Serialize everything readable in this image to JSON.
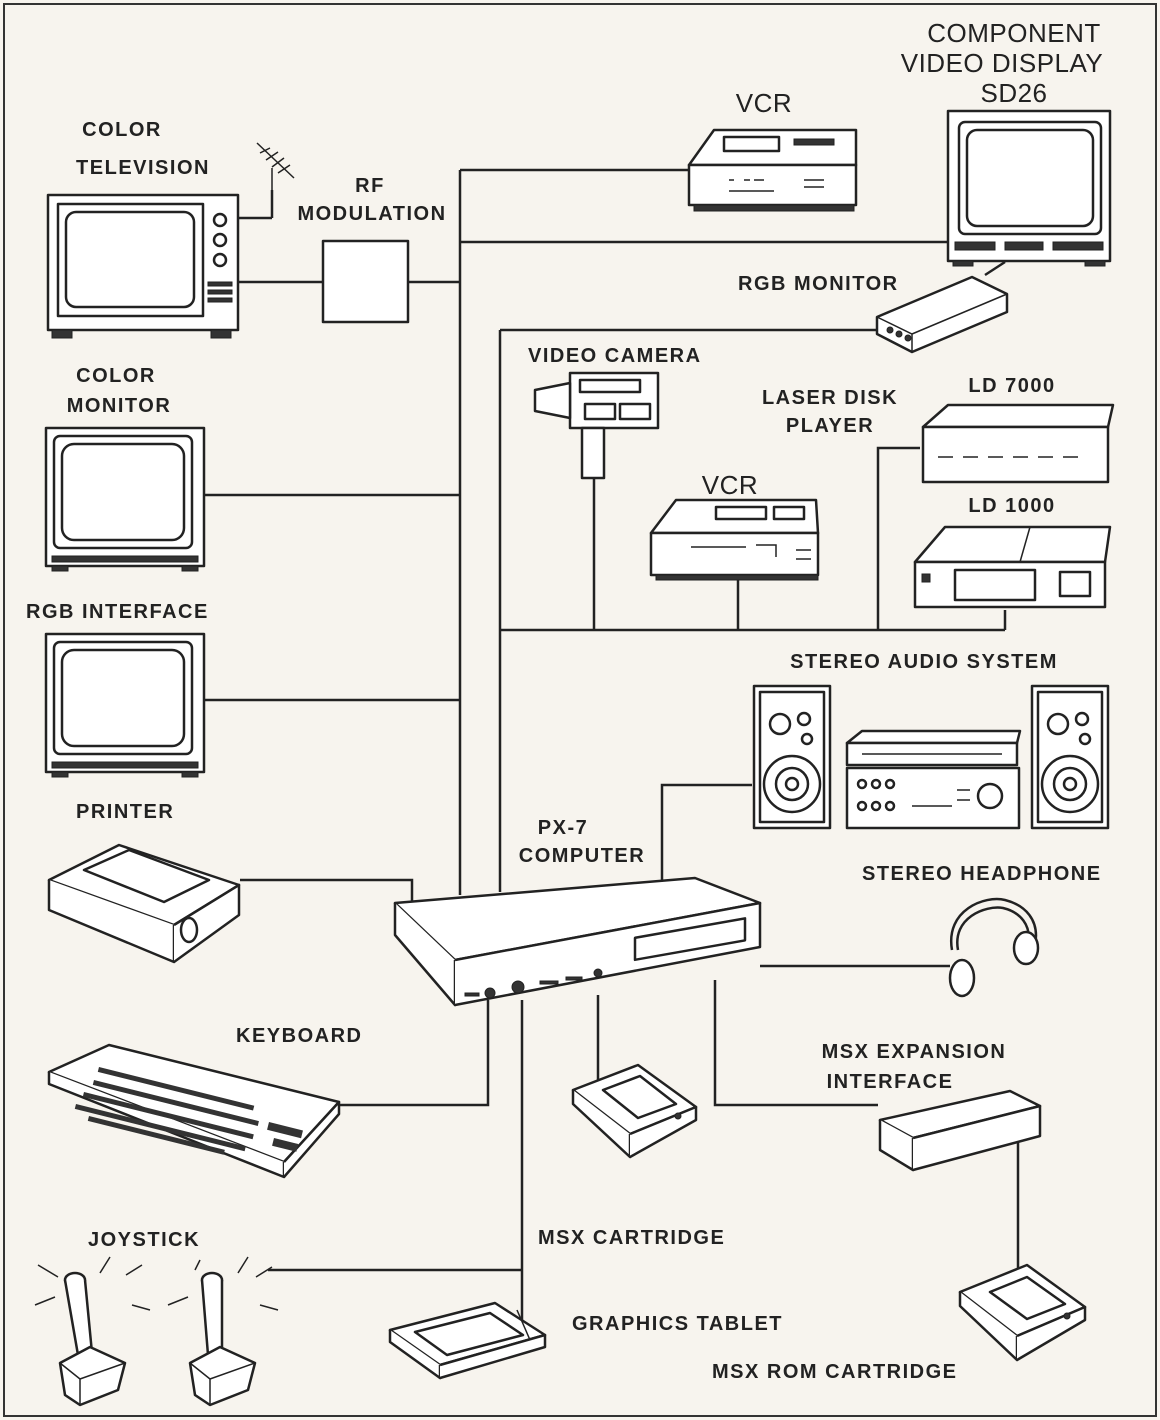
{
  "labels": {
    "color_television": "COLOR",
    "color_television_2": "TELEVISION",
    "rf_modulation": "RF",
    "rf_modulation_2": "MODULATION",
    "vcr_top": "VCR",
    "component_display_1": "COMPONENT",
    "component_display_2": "VIDEO DISPLAY",
    "component_display_3": "SD26",
    "rgb_monitor": "RGB MONITOR",
    "video_camera": "VIDEO CAMERA",
    "laser_disk_1": "LASER DISK",
    "laser_disk_2": "PLAYER",
    "ld7000": "LD 7000",
    "ld1000": "LD 1000",
    "vcr_mid": "VCR",
    "color_monitor_1": "COLOR",
    "color_monitor_2": "MONITOR",
    "rgb_interface": "RGB  INTERFACE",
    "stereo_audio": "STEREO AUDIO SYSTEM",
    "printer": "PRINTER",
    "px7_1": "PX-7",
    "px7_2": "COMPUTER",
    "stereo_headphone": "STEREO HEADPHONE",
    "keyboard": "KEYBOARD",
    "msx_expansion_1": "MSX EXPANSION",
    "msx_expansion_2": "INTERFACE",
    "msx_cartridge": "MSX CARTRIDGE",
    "joystick": "JOYSTICK",
    "graphics_tablet": "GRAPHICS TABLET",
    "msx_rom_cartridge": "MSX ROM CARTRIDGE"
  },
  "icons": [
    "television-icon",
    "antenna-icon",
    "rf-modulator-icon",
    "vcr-icon",
    "display-monitor-icon",
    "rgb-monitor-box-icon",
    "video-camera-icon",
    "laser-disk-player-icon",
    "color-monitor-icon",
    "speaker-icon",
    "amplifier-icon",
    "printer-icon",
    "computer-icon",
    "headphone-icon",
    "keyboard-icon",
    "cartridge-icon",
    "expansion-interface-icon",
    "joystick-icon",
    "graphics-tablet-icon"
  ]
}
